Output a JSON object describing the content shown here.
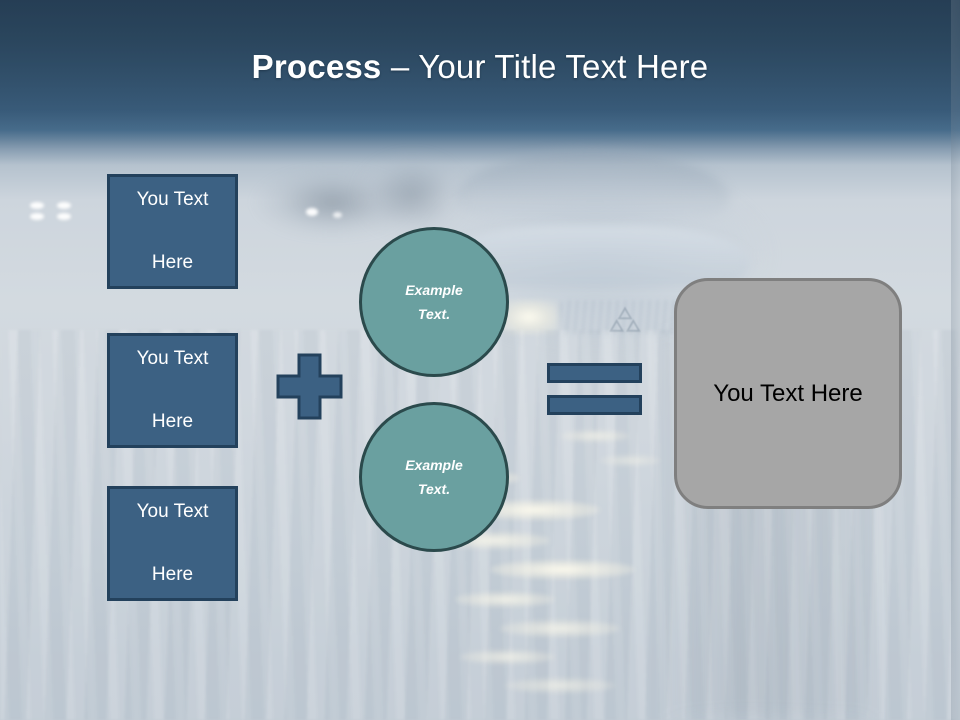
{
  "slide": {
    "title": {
      "bold_part": "Process",
      "separator": " – ",
      "regular_part": "Your Title Text Here",
      "full": "Process – Your Title Text Here"
    },
    "background": {
      "description": "faded photo of cars in floodwater",
      "gradient_top_color": "#2f4b64",
      "gradient_mid_color": "#3d6181",
      "gradient_bottom_color": "#c4cdd6"
    }
  },
  "colors": {
    "blue_fill": "#3c6183",
    "blue_border": "#23415c",
    "teal_fill": "#6aa0a0",
    "teal_border": "#2b4a4c",
    "gray_fill": "#a6a6a6",
    "gray_border": "#7f7f7f",
    "title_text": "#ffffff",
    "result_text": "#000000"
  },
  "input_boxes": [
    {
      "line1": "You Text",
      "line2": "Here"
    },
    {
      "line1": "You Text",
      "line2": "Here"
    },
    {
      "line1": "You Text",
      "line2": "Here"
    }
  ],
  "operators": {
    "plus": "+",
    "equals": "="
  },
  "circles": [
    {
      "line1": "Example",
      "line2": "Text."
    },
    {
      "line1": "Example",
      "line2": "Text."
    }
  ],
  "result_box": {
    "label": "You Text Here"
  }
}
